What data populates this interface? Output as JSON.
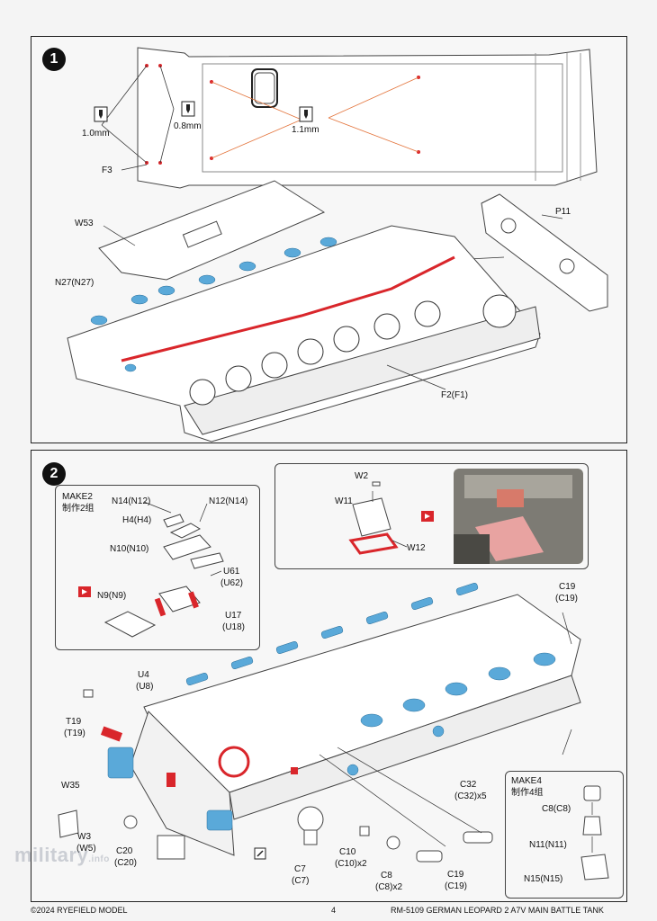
{
  "step1": {
    "number": "1",
    "drill_sizes": [
      "1.0mm",
      "0.8mm",
      "1.1mm"
    ],
    "labels": {
      "f3": "F3",
      "w53": "W53",
      "p11": "P11",
      "n27": "N27(N27)",
      "f2": "F2(F1)"
    }
  },
  "step2": {
    "number": "2",
    "make2": {
      "title": "MAKE2",
      "title_cn": "制作2组",
      "parts": [
        "N14(N12)",
        "N12(N14)",
        "H4(H4)",
        "N10(N10)",
        "U61",
        "(U62)",
        "N9(N9)",
        "U17",
        "(U18)"
      ]
    },
    "detail_inset": {
      "parts": [
        "W2",
        "W11",
        "W12"
      ]
    },
    "main_labels": {
      "c19_top": "C19",
      "c19_top_alt": "(C19)",
      "u4": "U4",
      "u4_alt": "(U8)",
      "t19": "T19",
      "t19_alt": "(T19)",
      "w35": "W35",
      "w3": "W3",
      "w3_alt": "(W5)",
      "c20": "C20",
      "c20_alt": "(C20)",
      "c7": "C7",
      "c7_alt": "(C7)",
      "c10": "C10",
      "c10_alt": "(C10)x2",
      "c8": "C8",
      "c8_alt": "(C8)x2",
      "c19_bottom": "C19",
      "c19_bottom_alt": "(C19)",
      "c32": "C32",
      "c32_alt": "(C32)x5"
    },
    "make4": {
      "title": "MAKE4",
      "title_cn": "制作4组",
      "parts": [
        "C8(C8)",
        "N11(N11)",
        "N15(N15)"
      ]
    }
  },
  "footer": {
    "copyright": "©2024 RYEFIELD MODEL",
    "page": "4",
    "title": "RM-5109 GERMAN LEOPARD  2 A7V MAIN BATTLE TANK"
  },
  "watermark": {
    "text": "military",
    "suffix": ".info"
  },
  "colors": {
    "highlight_red": "#d9262b",
    "highlight_blue": "#5aa9d9",
    "line_orange": "#e3733a"
  }
}
